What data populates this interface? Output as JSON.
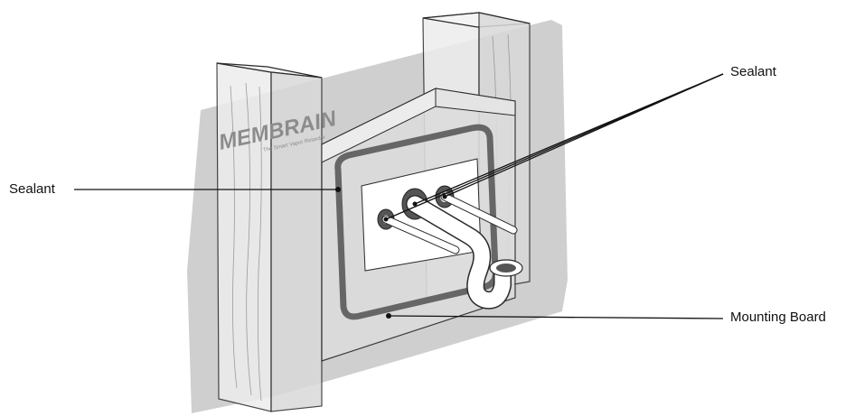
{
  "labels": {
    "sealant_left": "Sealant",
    "sealant_right": "Sealant",
    "mounting_board": "Mounting Board"
  },
  "logo": {
    "brand": "MEMBRAIN",
    "tagline": "The Smart Vapor Retarder"
  },
  "colors": {
    "membrane": "#cfcfd0",
    "wood": "#ececec",
    "sealant": "#6a6a6a",
    "outline": "#2a2a2a"
  }
}
